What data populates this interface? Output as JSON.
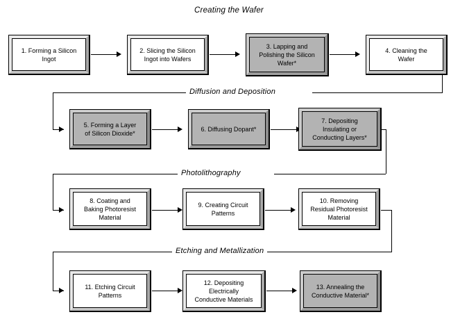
{
  "diagram": {
    "title": "Creating the Wafer",
    "sections": [
      {
        "id": "creating-the-wafer",
        "label": "Creating the Wafer"
      },
      {
        "id": "diffusion-and-deposition",
        "label": "Diffusion and Deposition"
      },
      {
        "id": "photolithography",
        "label": "Photolithography"
      },
      {
        "id": "etching-and-metallization",
        "label": "Etching and Metallization"
      }
    ],
    "steps": [
      {
        "n": 1,
        "label": "1. Forming a Silicon\nIngot",
        "shaded": false
      },
      {
        "n": 2,
        "label": "2. Slicing the Silicon\nIngot into Wafers",
        "shaded": false
      },
      {
        "n": 3,
        "label": "3. Lapping and\nPolishing the Silicon\nWafer*",
        "shaded": true
      },
      {
        "n": 4,
        "label": "4. Cleaning the\nWafer",
        "shaded": false
      },
      {
        "n": 5,
        "label": "5. Forming a Layer\nof Silicon Dioxide*",
        "shaded": true
      },
      {
        "n": 6,
        "label": "6. Diffusing Dopant*",
        "shaded": true
      },
      {
        "n": 7,
        "label": "7. Depositing\nInsulating or\nConducting Layers*",
        "shaded": true
      },
      {
        "n": 8,
        "label": "8. Coating and\nBaking Photoresist\nMaterial",
        "shaded": false
      },
      {
        "n": 9,
        "label": "9. Creating Circuit\nPatterns",
        "shaded": false
      },
      {
        "n": 10,
        "label": "10. Removing\nResidual Photoresist\nMaterial",
        "shaded": false
      },
      {
        "n": 11,
        "label": "11. Etching Circuit\nPatterns",
        "shaded": false
      },
      {
        "n": 12,
        "label": "12. Depositing\nElectrically\nConductive Materials",
        "shaded": false
      },
      {
        "n": 13,
        "label": "13. Annealing the\nConductive Material*",
        "shaded": true
      }
    ],
    "colors": {
      "shaded_fill": "#b3b3b3",
      "plain_fill": "#ffffff",
      "line": "#000000",
      "bevel_light": "#e9e9e9",
      "bevel_dark": "#a8a8a8"
    }
  }
}
